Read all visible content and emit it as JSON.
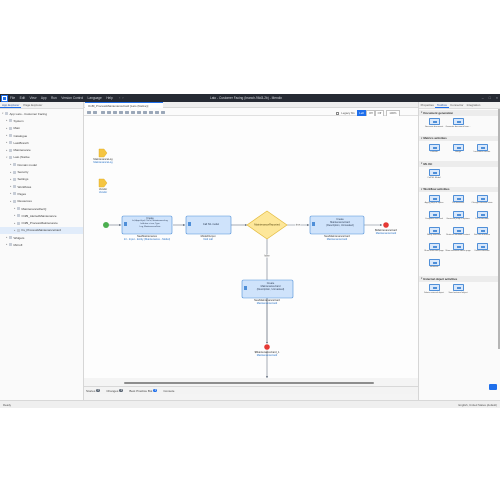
{
  "app": {
    "title": "Lato - Customer Facing (branch-96d3-2b) - Mendix",
    "menu": [
      "File",
      "Edit",
      "View",
      "App",
      "Run",
      "Version Control",
      "Language",
      "Help"
    ]
  },
  "left_panel": {
    "tabs": [
      "App Explorer",
      "Page Explorer"
    ],
    "tree": [
      {
        "label": "App Lato - Customer Facing",
        "depth": 0,
        "expanded": true
      },
      {
        "label": "System",
        "depth": 1
      },
      {
        "label": "Main",
        "depth": 1
      },
      {
        "label": "Catalogue",
        "depth": 1
      },
      {
        "label": "LatoBranch",
        "depth": 1
      },
      {
        "label": "Maintenance",
        "depth": 1
      },
      {
        "label": "Lato (Native",
        "depth": 1,
        "expanded": true
      },
      {
        "label": "Domain model",
        "depth": 2
      },
      {
        "label": "Security",
        "depth": 2
      },
      {
        "label": "Settings",
        "depth": 2
      },
      {
        "label": "Workflows",
        "depth": 2
      },
      {
        "label": "Pages",
        "depth": 2
      },
      {
        "label": "Resources",
        "depth": 2
      },
      {
        "label": "MaintenanceRecQ",
        "depth": 3
      },
      {
        "label": "OnBl_AlertedMaintenance",
        "depth": 3
      },
      {
        "label": "OnBl_ProcessMaintenance",
        "depth": 3
      },
      {
        "label": "Fs_ProcessMaintenanceCard",
        "depth": 3,
        "selected": true
      },
      {
        "label": "Widgets",
        "depth": 1
      },
      {
        "label": "Microfl",
        "depth": 1
      }
    ]
  },
  "editor": {
    "tab_label": "OnBl_ProcessMaintenanceCard [Lato (Native)]",
    "legacy_label": "Legacy Mx",
    "seg_options": [
      "Left",
      "Off",
      "Off"
    ],
    "seg_active": 0,
    "zoom": "100%"
  },
  "flow": {
    "params": [
      {
        "name": "MaintenanceLog",
        "type": "MaintenanceLog"
      },
      {
        "name": "Vendor",
        "type": "Vendor"
      }
    ],
    "create_1": {
      "lines": [
        "Create",
        "Inl, ApprvVpd, ClsCd, MaintenanceLog",
        "Is Active = true, Type",
        "Log, MaintenanceDate"
      ],
      "name": "NewMaintenance",
      "sub": "Inl - Input - Entity (Maintenance - Model)"
    },
    "call_1": {
      "lines": [
        "Call SIL model"
      ],
      "name": "ModelOutput",
      "sub": "Void call"
    },
    "decision": {
      "label": "MaintenanceReported"
    },
    "create_2": {
      "lines": [
        "Create",
        "MaintenanceCard",
        "(Description, Unmasked)"
      ],
      "name": "NewMaintenanceCard",
      "sub": "MaintenanceCard"
    },
    "create_3": {
      "lines": [
        "Create",
        "MaintenanceCard",
        "(Description, Unmasked)"
      ],
      "name": "NewMaintenanceCard",
      "sub": "MaintenanceCard"
    },
    "end_right": {
      "name": "$MaintenanceCard",
      "sub": "MaintenanceCard"
    },
    "end_bottom": {
      "name": "$MaintenanceCard_1",
      "sub": "MaintenanceCard"
    },
    "edge_true_label": "true",
    "edge_false_label": "false"
  },
  "bottom_tabs": [
    {
      "label": "Stories",
      "count": "0"
    },
    {
      "label": "Changes",
      "count": "0"
    },
    {
      "label": "Best Practice Bot",
      "count": "0",
      "active": true
    },
    {
      "label": "Console",
      "count": ""
    }
  ],
  "right_panel": {
    "tabs": [
      "Properties",
      "Toolbox",
      "Connector",
      "Integration"
    ],
    "sections": [
      {
        "title": "Document generation",
        "tiles": [
          "Generate document",
          "Generate document from..."
        ]
      },
      {
        "title": "Metrics activities",
        "tiles": [
          "Counter",
          "Gauge",
          "Increment counter"
        ]
      },
      {
        "title": "ML Kit",
        "tiles": [
          "Call ML Model"
        ]
      },
      {
        "title": "Workflow activities",
        "tiles": [
          "Apply jump to option",
          "Call workflow",
          "Change workflow state",
          "Complete user task",
          "Generate jump to options",
          "Lock workflow",
          "Notify workflow",
          "Retrieve workflow context",
          "Set task outcome",
          "Show user task page",
          "Show workflow admin page",
          "Unlock workflow",
          "Workflow"
        ]
      },
      {
        "title": "External object activities",
        "tiles": [
          "Delete external object",
          "Send external object"
        ]
      }
    ]
  },
  "status": {
    "left": "Ready",
    "right": "English, United States (default)"
  },
  "colors": {
    "accent": "#1f6feb",
    "activity_fill": "#cfe3fb",
    "activity_border": "#4f8fd8",
    "decision_fill": "#fde79a",
    "decision_border": "#e2b93b",
    "start": "#4caf50",
    "end": "#e53935",
    "param": "#f5c542"
  }
}
